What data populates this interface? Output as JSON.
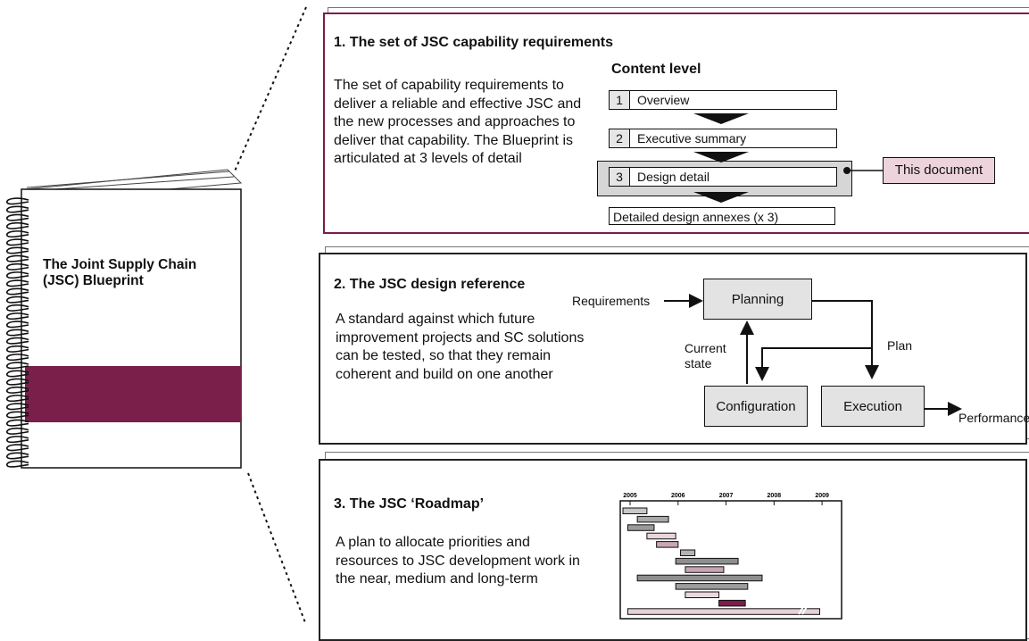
{
  "book": {
    "title": "The Joint Supply Chain (JSC) Blueprint",
    "band_color": "#7a1f4a"
  },
  "colors": {
    "accent": "#7a1f4a",
    "box_fill": "#e3e3e3",
    "highlight": "#ecd3dc"
  },
  "section1": {
    "title": "1.  The set of JSC capability requirements",
    "description": "The set of capability requirements to deliver a reliable and effective JSC and the new processes and approaches to deliver that capability. The Blueprint is articulated at 3 levels of detail",
    "content_level_title": "Content level",
    "levels": [
      {
        "num": "1",
        "label": "Overview"
      },
      {
        "num": "2",
        "label": "Executive summary"
      },
      {
        "num": "3",
        "label": "Design detail"
      }
    ],
    "annexes": "Detailed design annexes (x 3)",
    "callout": "This document"
  },
  "section2": {
    "title": "2.  The JSC design reference",
    "description": "A standard against which future improvement projects and SC solutions can be tested, so that they remain coherent and build on one another",
    "flow": {
      "requirements": "Requirements",
      "planning": "Planning",
      "current_state": "Current state",
      "plan": "Plan",
      "configuration": "Configuration",
      "execution": "Execution",
      "performance": "Performance"
    }
  },
  "section3": {
    "title": "3.  The JSC ‘Roadmap’",
    "description": "A plan to allocate priorities and resources to JSC development work in the near, medium and long-term",
    "years": [
      "2005",
      "2006",
      "2007",
      "2008",
      "2009"
    ]
  },
  "gantt": {
    "start": 2005,
    "end": 2009.5,
    "bars": [
      {
        "from": 2005.0,
        "to": 2005.5,
        "fill": "#c8c8c8"
      },
      {
        "from": 2005.3,
        "to": 2005.95,
        "fill": "#a9a9a9"
      },
      {
        "from": 2005.1,
        "to": 2005.65,
        "fill": "#9a9a9a"
      },
      {
        "from": 2005.5,
        "to": 2006.1,
        "fill": "#e8d6dd"
      },
      {
        "from": 2005.7,
        "to": 2006.15,
        "fill": "#c9a7b6"
      },
      {
        "from": 2006.2,
        "to": 2006.5,
        "fill": "#b3b3b3"
      },
      {
        "from": 2006.1,
        "to": 2007.4,
        "fill": "#8e8e8e"
      },
      {
        "from": 2006.3,
        "to": 2007.1,
        "fill": "#c7a3b4"
      },
      {
        "from": 2005.3,
        "to": 2007.9,
        "fill": "#8f8f8f"
      },
      {
        "from": 2006.1,
        "to": 2007.6,
        "fill": "#9d9d9d"
      },
      {
        "from": 2006.3,
        "to": 2007.0,
        "fill": "#ead8df"
      },
      {
        "from": 2007.0,
        "to": 2007.55,
        "fill": "#7a1f4a"
      },
      {
        "from": 2005.1,
        "to": 2009.1,
        "fill": "#e5cfd8"
      }
    ]
  }
}
